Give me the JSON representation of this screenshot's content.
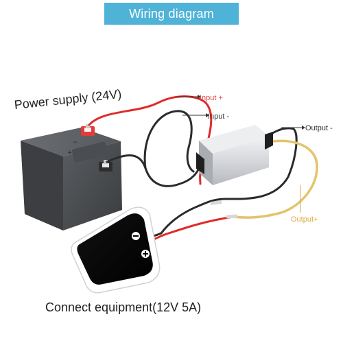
{
  "title": "Wiring diagram",
  "labels": {
    "input_plus": "Input +",
    "input_minus": "Input -",
    "output_minus": "Output -",
    "output_plus": "Output+",
    "power_supply": "Power supply (24V)",
    "equipment": "Connect equipment(12V 5A)"
  },
  "symbols": {
    "minus": "−",
    "plus": "+"
  },
  "colors": {
    "title_bg": "#4fb3d8",
    "red_wire": "#e02a2a",
    "black_wire": "#2b2b2b",
    "yellow_wire": "#e2c46a",
    "input_plus_text": "#e04545",
    "output_plus_text": "#d9a93a"
  }
}
